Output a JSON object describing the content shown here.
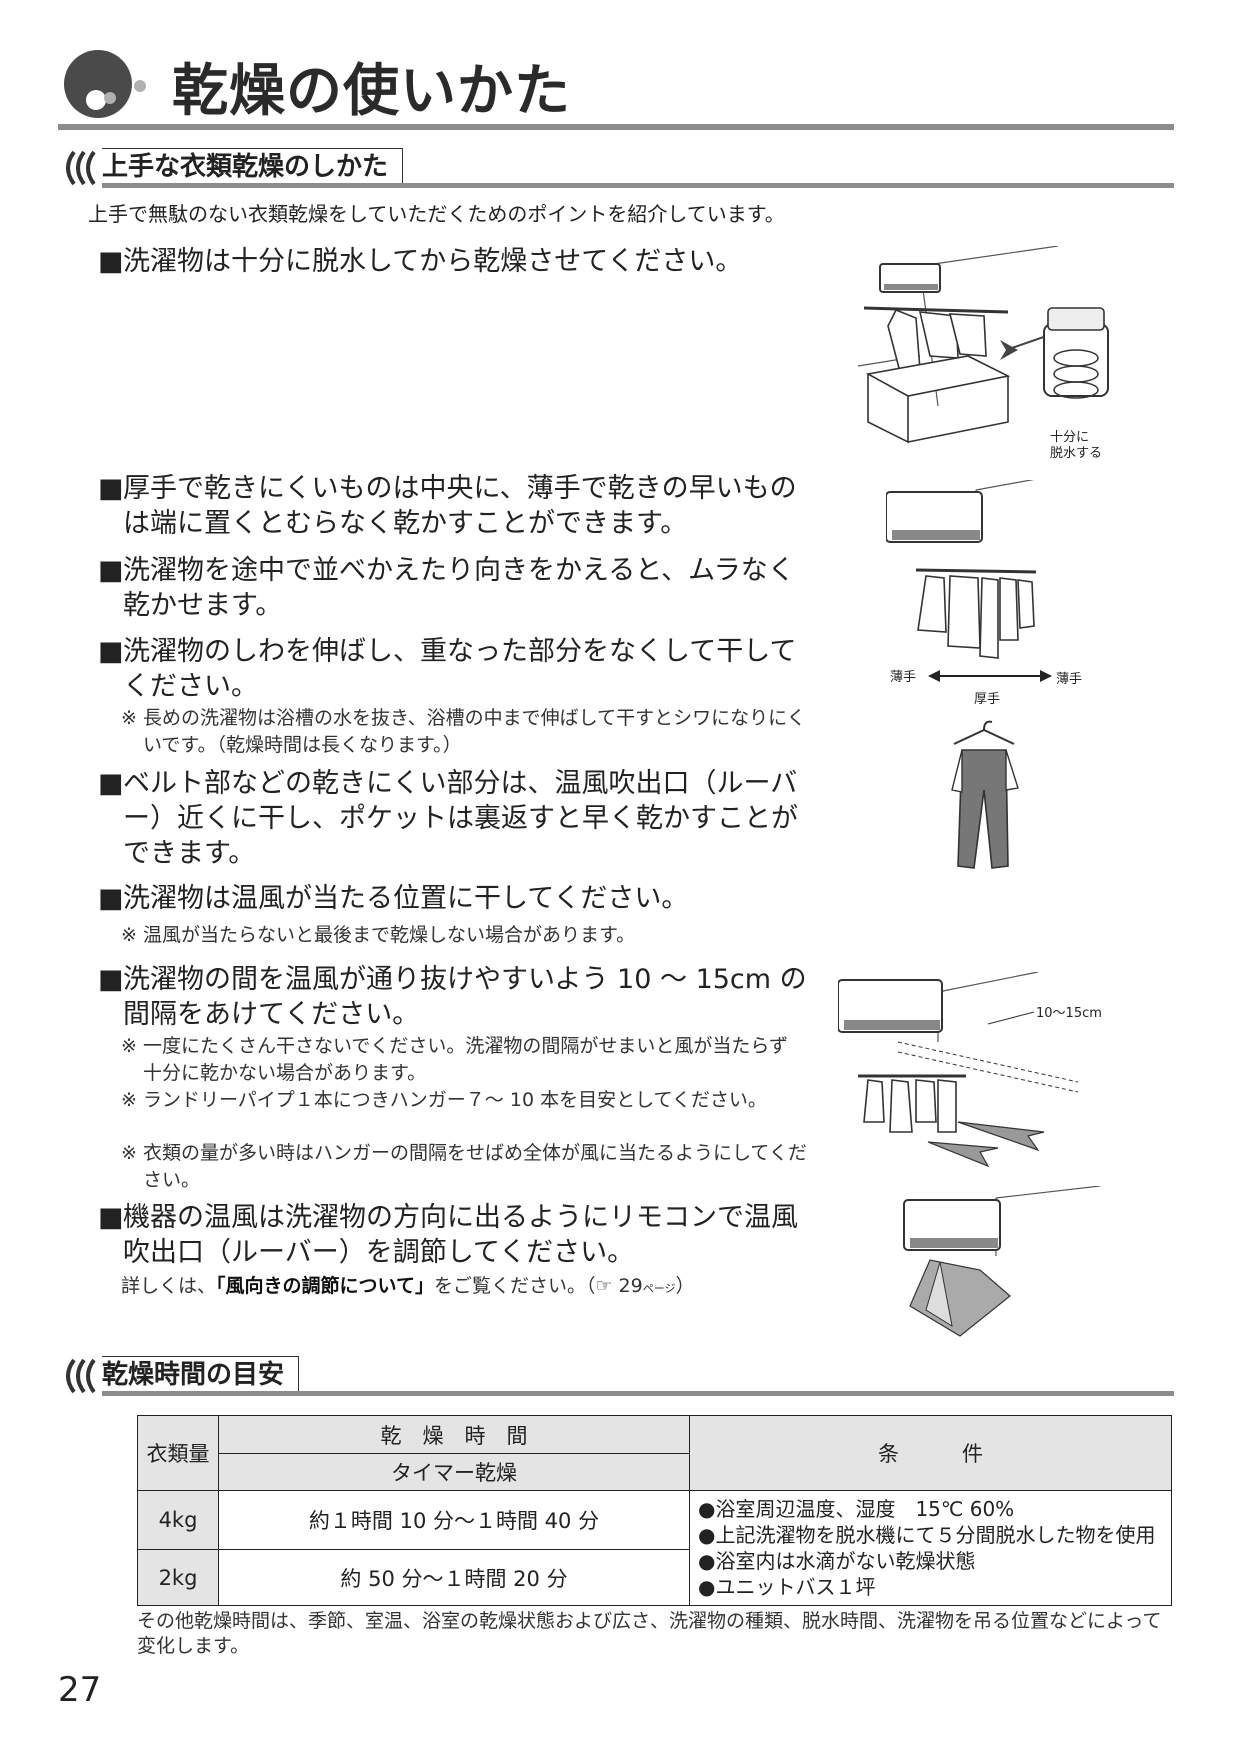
{
  "page": {
    "title": "乾燥の使いかた",
    "page_number": "27"
  },
  "section1": {
    "heading": "上手な衣類乾燥のしかた",
    "intro": "上手で無駄のない衣類乾燥をしていただくためのポイントを紹介しています。",
    "points": [
      {
        "bullet": "■",
        "text": "洗濯物は十分に脱水してから乾燥させてください。"
      },
      {
        "bullet": "■",
        "text": "厚手で乾きにくいものは中央に、薄手で乾きの早いものは端に置くとむらなく乾かすことができます。"
      },
      {
        "bullet": "■",
        "text": "洗濯物を途中で並べかえたり向きをかえると、ムラなく乾かせます。"
      },
      {
        "bullet": "■",
        "text": "洗濯物のしわを伸ばし、重なった部分をなくして干してください。"
      },
      {
        "bullet": "■",
        "text": "ベルト部などの乾きにくい部分は、温風吹出口（ルーバー）近くに干し、ポケットは裏返すと早く乾かすことができます。"
      },
      {
        "bullet": "■",
        "text": "洗濯物は温風が当たる位置に干してください。"
      },
      {
        "bullet": "■",
        "text": "洗濯物の間を温風が通り抜けやすいよう 10 ～ 15cm の間隔をあけてください。"
      },
      {
        "bullet": "■",
        "text": "機器の温風は洗濯物の方向に出るようにリモコンで温風吹出口（ルーバー）を調節してください。"
      }
    ],
    "notes": {
      "p4": "長めの洗濯物は浴槽の水を抜き、浴槽の中まで伸ばして干すとシワになりにくいです。（乾燥時間は長くなります。）",
      "p6": "温風が当たらないと最後まで乾燥しない場合があります。",
      "p7a": "一度にたくさん干さないでください。洗濯物の間隔がせまいと風が当たらず十分に乾かない場合があります。",
      "p7b": "ランドリーパイプ１本につきハンガー７～ 10 本を目安としてください。",
      "p7c": "衣類の量が多い時はハンガーの間隔をせばめ全体が風に当たるようにしてください。",
      "mark": "※"
    },
    "ref": {
      "before": "詳しくは、",
      "link": "「風向きの調節について」",
      "after": "をご覧ください。（",
      "icon": "☞",
      "page": " 29",
      "page_suffix": "ページ",
      "close": "）"
    },
    "illustrations": {
      "spin_label_1": "十分に",
      "spin_label_2": "脱水する",
      "thin_left": "薄手",
      "thin_right": "薄手",
      "thick": "厚手",
      "spacing": "10～15cm"
    }
  },
  "section2": {
    "heading": "乾燥時間の目安",
    "table": {
      "col_amount": "衣類量",
      "col_time": "乾　燥　時　間",
      "col_time_sub": "タイマー乾燥",
      "col_cond": "条　　　件",
      "rows": [
        {
          "amount": "4kg",
          "time": "約１時間 10 分～１時間 40 分"
        },
        {
          "amount": "2kg",
          "time": "約 50 分～１時間 20 分"
        }
      ],
      "conditions": [
        "●浴室周辺温度、湿度　15℃ 60%",
        "●上記洗濯物を脱水機にて５分間脱水した物を使用",
        "●浴室内は水滴がない乾燥状態",
        "●ユニットバス１坪"
      ]
    },
    "note": "その他乾燥時間は、季節、室温、浴室の乾燥状態および広さ、洗濯物の種類、脱水時間、洗濯物を吊る位置などによって変化します。"
  },
  "colors": {
    "rule": "#8c8c8c",
    "header_fill": "#e4e4e4",
    "text": "#222222"
  }
}
